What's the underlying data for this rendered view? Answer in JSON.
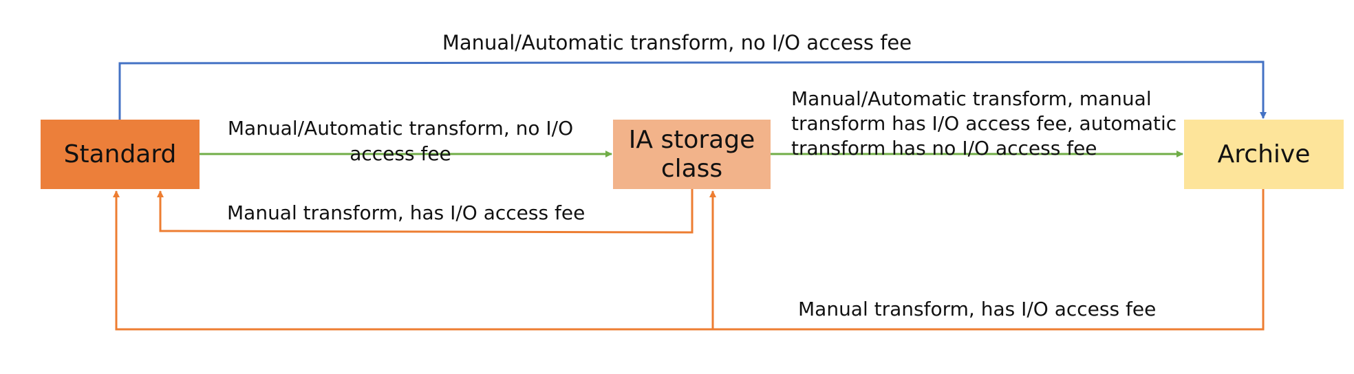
{
  "nodes": {
    "standard": {
      "label": "Standard",
      "color": "#ec7f3a"
    },
    "ia": {
      "label_line1": "IA storage",
      "label_line2": "class",
      "color": "#f2b38a"
    },
    "archive": {
      "label": "Archive",
      "color": "#fde49a"
    }
  },
  "edges": {
    "standard_to_archive": {
      "label": "Manual/Automatic transform, no I/O access fee",
      "color": "#4472c4"
    },
    "standard_to_ia": {
      "label_line1": "Manual/Automatic transform, no I/O",
      "label_line2": "access fee",
      "color": "#70ad47"
    },
    "ia_to_archive": {
      "label_line1": "Manual/Automatic transform, manual",
      "label_line2": "transform has I/O access fee, automatic",
      "label_line3": "transform has no I/O access fee",
      "color": "#70ad47"
    },
    "ia_to_standard": {
      "label": "Manual transform, has I/O access fee",
      "color": "#ed7d31"
    },
    "archive_to_standard_and_ia": {
      "label": "Manual transform, has I/O access fee",
      "color": "#ed7d31"
    }
  }
}
